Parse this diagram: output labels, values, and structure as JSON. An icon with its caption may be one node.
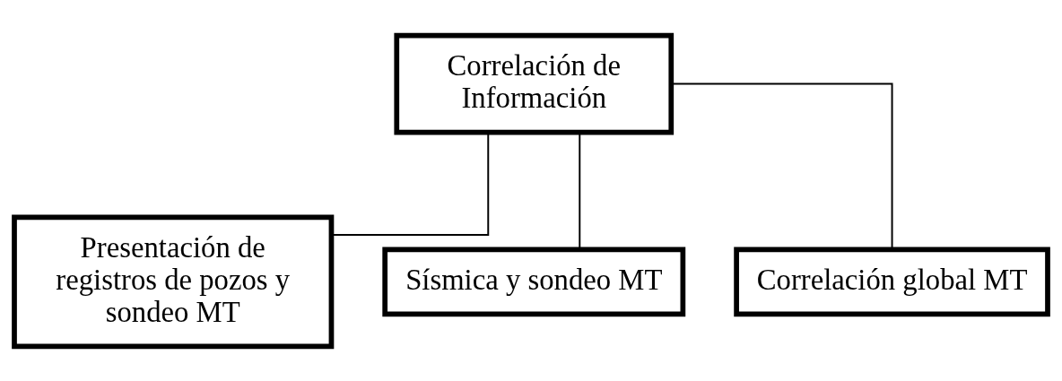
{
  "diagram": {
    "nodes": [
      {
        "text": [
          "Correlación de Información"
        ]
      },
      {
        "text": [
          "Presentación de registros de pozos y sondeo MT"
        ]
      },
      {
        "text": [
          "Sísmica y sondeo MT"
        ]
      },
      {
        "text": [
          "Correlación global MT"
        ]
      }
    ],
    "edges": [
      {
        "from": 0,
        "to": 1,
        "arrow": "none"
      },
      {
        "from": 0,
        "to": 2,
        "arrow": "none"
      },
      {
        "from": 0,
        "to": 3,
        "arrow": "none"
      }
    ]
  }
}
